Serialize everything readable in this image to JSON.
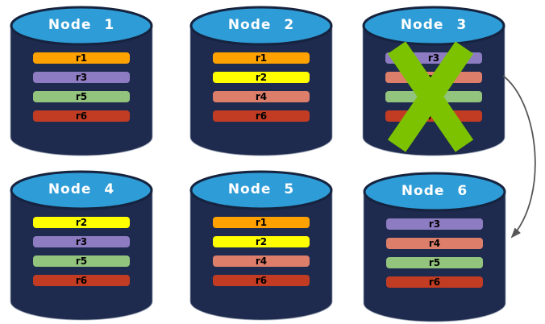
{
  "diagram": {
    "description": "Replica distribution across six database nodes; Node 3 has failed (green X) and an arrow points from Node 3 to Node 6",
    "nodes": [
      {
        "label": "Node 1",
        "replicas": [
          "r1",
          "r3",
          "r5",
          "r6"
        ],
        "failed": false
      },
      {
        "label": "Node 2",
        "replicas": [
          "r1",
          "r2",
          "r4",
          "r6"
        ],
        "failed": false
      },
      {
        "label": "Node 3",
        "replicas": [
          "r3",
          "r4",
          "r5",
          "r6"
        ],
        "failed": true
      },
      {
        "label": "Node 4",
        "replicas": [
          "r2",
          "r3",
          "r5",
          "r6"
        ],
        "failed": false
      },
      {
        "label": "Node 5",
        "replicas": [
          "r1",
          "r2",
          "r4",
          "r6"
        ],
        "failed": false
      },
      {
        "label": "Node 6",
        "replicas": [
          "r3",
          "r4",
          "r5",
          "r6"
        ],
        "failed": false
      }
    ],
    "arrow": {
      "from": "Node 3",
      "to": "Node 6"
    },
    "colors": {
      "background": "#FFFFFF",
      "cylinder_body": "#1E2A4E",
      "cylinder_top": "#2E9CD6",
      "cylinder_top_border": "#16233F",
      "node_label_text": "#FFFFFF",
      "bar_text": "#000000",
      "failure_x": "#7CC200",
      "arrow": "#575757",
      "replicas": {
        "r1": "#FFA200",
        "r2": "#FFFF00",
        "r3": "#8E7CC3",
        "r4": "#DD7E6B",
        "r5": "#93C47D",
        "r6": "#C23C23"
      }
    }
  }
}
